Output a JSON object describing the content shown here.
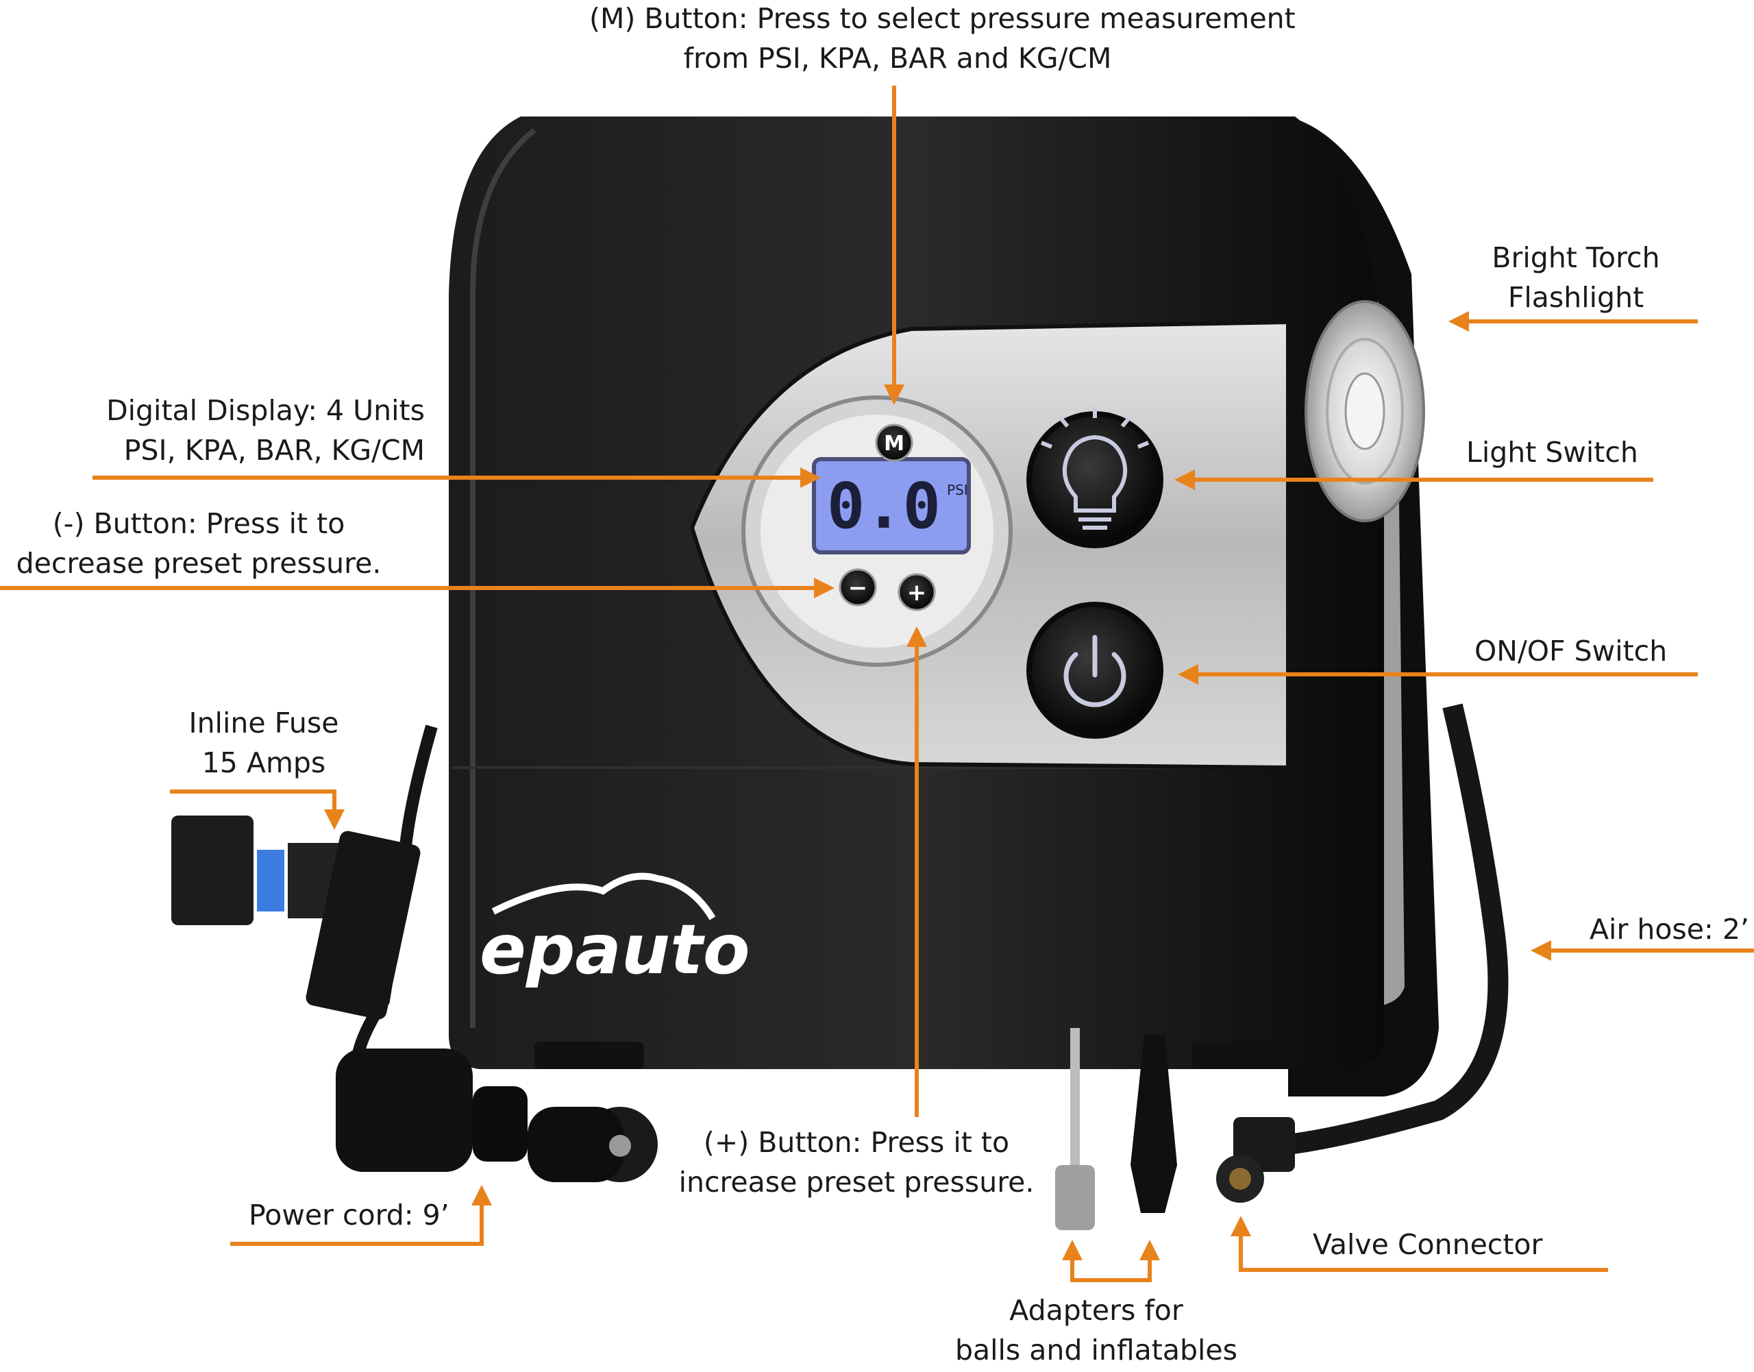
{
  "colors": {
    "leader": "#E8831C",
    "body": "#0d0d0d",
    "panel": "#c9c9c9",
    "lcd": "#8c9cf0",
    "lcd_text": "#1b1f3a",
    "text": "#1a1a1a"
  },
  "labels": {
    "m_button": {
      "line1": "(M) Button: Press to select pressure measurement",
      "line2": "from PSI, KPA, BAR and KG/CM"
    },
    "display": {
      "line1": "Digital Display: 4 Units",
      "line2": "PSI, KPA, BAR, KG/CM"
    },
    "minus_button": {
      "line1": "(-) Button: Press it to",
      "line2": "decrease preset pressure."
    },
    "torch": {
      "line1": "Bright Torch",
      "line2": "Flashlight"
    },
    "light_switch": {
      "line1": "Light Switch"
    },
    "on_off": {
      "line1": "ON/OF Switch"
    },
    "fuse": {
      "line1": "Inline Fuse",
      "line2": "15 Amps"
    },
    "air_hose": {
      "line1": "Air hose: 2’"
    },
    "plus_button": {
      "line1": "(+) Button: Press it to",
      "line2": "increase preset pressure."
    },
    "power_cord": {
      "line1": "Power cord: 9’"
    },
    "valve": {
      "line1": "Valve Connector"
    },
    "adapters": {
      "line1": "Adapters for",
      "line2": "balls and inflatables"
    }
  },
  "device": {
    "brand": "epauto",
    "lcd_value": "0.0",
    "lcd_unit": "PSI",
    "m_key": "M",
    "minus_key": "−",
    "plus_key": "+"
  }
}
